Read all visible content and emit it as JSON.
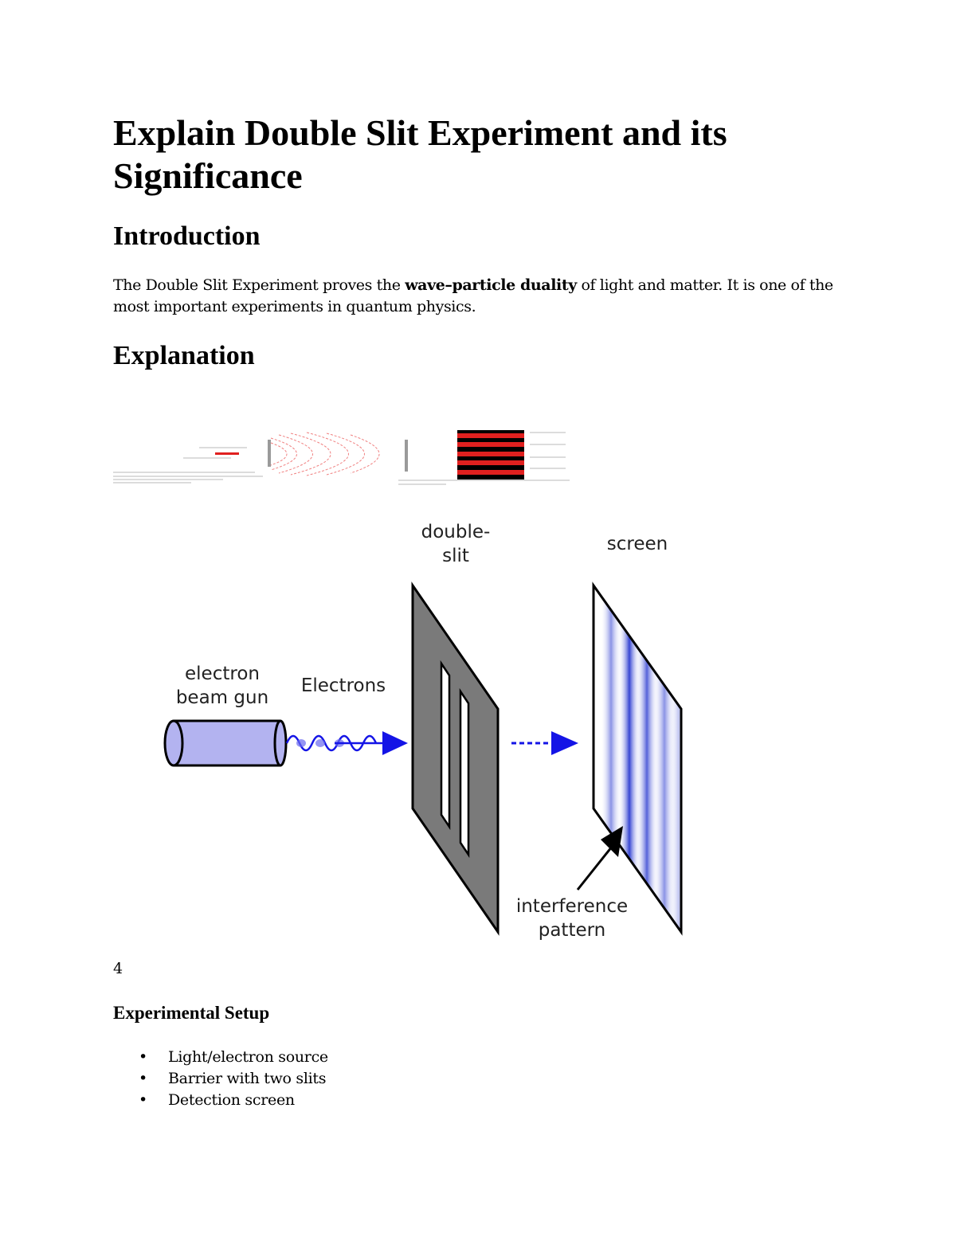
{
  "document": {
    "title": "Explain Double Slit Experiment and its Significance",
    "sections": {
      "introduction": {
        "heading": "Introduction",
        "text_before": "The Double Slit Experiment proves the ",
        "text_bold": "wave–particle duality",
        "text_after": " of light and matter. It is one of the most important experiments in quantum physics."
      },
      "explanation": {
        "heading": "Explanation"
      }
    },
    "figure": {
      "labels": {
        "double_slit_line1": "double-",
        "double_slit_line2": "slit",
        "screen": "screen",
        "electron_gun_line1": "electron",
        "electron_gun_line2": "beam gun",
        "electrons": "Electrons",
        "interference_line1": "interference",
        "interference_line2": "pattern"
      },
      "number": "4"
    },
    "setup": {
      "heading": "Experimental Setup",
      "items": [
        "Light/electron source",
        "Barrier with two slits",
        "Detection screen"
      ],
      "bullet": "•"
    }
  },
  "colors": {
    "text": "#000000",
    "slit_barrier": "#7a7a7a",
    "gun_fill": "#b3b3f0",
    "arrow_blue": "#1414e6",
    "fringe_blue": "#2a3ad0",
    "thumb_red": "#e0201f"
  }
}
